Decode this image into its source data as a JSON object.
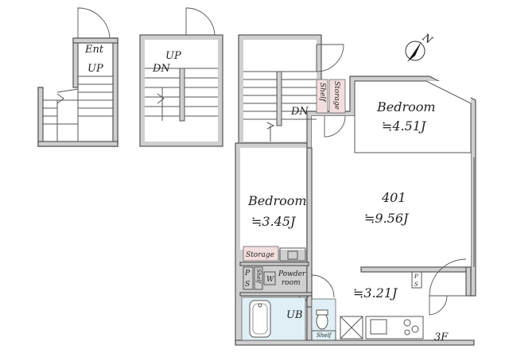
{
  "labels": {
    "ent": "Ent",
    "up1": "UP",
    "up2": "UP",
    "dn2": "DN",
    "dn3": "DN",
    "shelf_top": "Shelf",
    "storage_top": "Storage",
    "bedroom1": "Bedroom",
    "bedroom1_size": "≒4.51J",
    "main_num": "401",
    "main_size": "≒9.56J",
    "bedroom2": "Bedroom",
    "bedroom2_size": "≒3.45J",
    "storage_left": "Storage",
    "shelf_left": "Shelf",
    "w": "W",
    "powder_line1": "Powder",
    "powder_line2": "room",
    "ps_left_p": "P",
    "ps_left_s": "S",
    "ps_right_p": "P",
    "ps_right_s": "S",
    "ub": "UB",
    "kitchen_size": "≒3.21J",
    "shelf_bottom": "Shelf",
    "floor": "3F",
    "compass": "N"
  }
}
